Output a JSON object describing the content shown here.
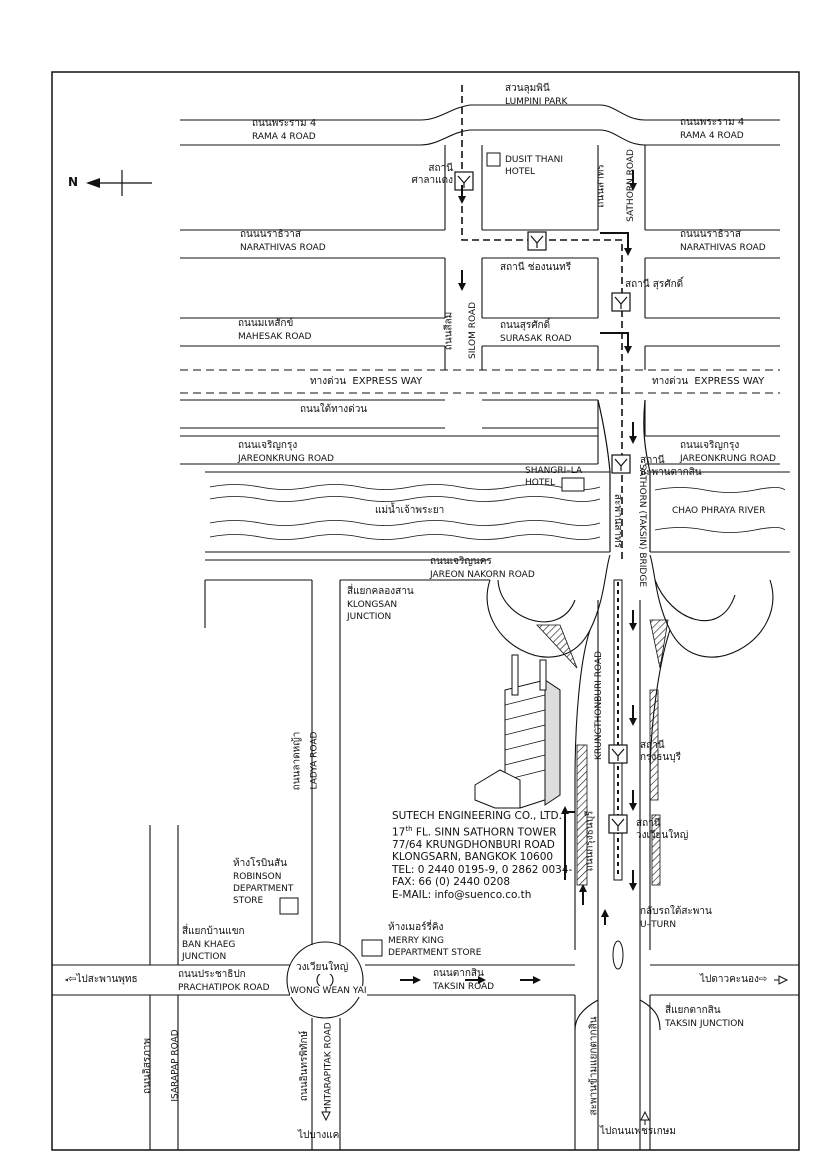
{
  "parks": {
    "lumpini_th": "สวนลุมพินี",
    "lumpini_en": "LUMPINI PARK"
  },
  "roads": {
    "rama4_th": "ถนนพระราม 4",
    "rama4_en": "RAMA 4 ROAD",
    "rama4_r_th": "ถนนพระราม 4",
    "rama4_r_en": "RAMA 4 ROAD",
    "narathivas_th": "ถนนนราธิวาส",
    "narathivas_en": "NARATHIVAS ROAD",
    "narathivas_r_th": "ถนนนราธิวาส",
    "narathivas_r_en": "NARATHIVAS ROAD",
    "mahesak_th": "ถนนมเหสักข์",
    "mahesak_en": "MAHESAK ROAD",
    "surasak_th": "ถนนสุรศักดิ์",
    "surasak_en": "SURASAK ROAD",
    "express_th": "ทางด่วน",
    "express_en": "EXPRESS WAY",
    "express_r_th": "ทางด่วน",
    "express_r_en": "EXPRESS WAY",
    "under_express_th": "ถนนใต้ทางด่วน",
    "jareonkrung_th": "ถนนเจริญกรุง",
    "jareonkrung_en": "JAREONKRUNG ROAD",
    "jareonkrung_r_th": "ถนนเจริญกรุง",
    "jareonkrung_r_en": "JAREONKRUNG ROAD",
    "river_th": "แม่น้ำเจ้าพระยา",
    "river_en": "CHAO PHRAYA RIVER",
    "jareonnakorn_th": "ถนนเจริญนคร",
    "jareonnakorn_en": "JAREON NAKORN ROAD",
    "klongsan_th": "สี่แยกคลองสาน",
    "klongsan_en1": "KLONGSAN",
    "klongsan_en2": "JUNCTION",
    "ladya_th": "ถนนลาดหญ้า",
    "ladya_en": "LADYA ROAD",
    "sathorn_th": "ถนนสาทร",
    "sathorn_en": "SATHORN ROAD",
    "silom_th": "ถนนสีลม",
    "silom_en": "SILOM ROAD",
    "bridge_th": "สะพานสาทร",
    "bridge_en": "SATHORN (TAKSIN) BRIDGE",
    "krungthonburi_th": "ถนนกรุงธนบุรี",
    "krungthonburi_en": "KRUNGTHONBURI ROAD",
    "bankhaeg_th": "สี่แยกบ้านแขก",
    "bankhaeg_en1": "BAN KHAEG",
    "bankhaeg_en2": "JUNCTION",
    "prachatipok_th": "ถนนประชาธิปก",
    "prachatipok_en": "PRACHATIPOK ROAD",
    "wongwean_th": "วงเวียนใหญ่",
    "wongwean_en": "WONG WEAN YAI",
    "taksin_th": "ถนนตากสิน",
    "taksin_en": "TAKSIN ROAD",
    "taksinjct_th": "สี่แยกตากสิน",
    "taksinjct_en": "TAKSIN JUNCTION",
    "isarapap_th": "ถนนอิสรภาพ",
    "isarapap_en": "ISARAPAP ROAD",
    "intarapitak_th": "ถนนอินทรพิทักษ์",
    "intarapitak_en": "INTARAPITAK ROAD",
    "to_phut_th": "ไปสะพานพุทธ",
    "to_dao_th": "ไปดาวคะนอง",
    "to_bangkae_th": "ไปบางแค",
    "to_phetkasem_th": "ไปถนนเพชรเกษม",
    "bridge_taksin_jct_th": "สะพานข้ามแยกตากสิน"
  },
  "stations": {
    "saladaeng": "สถานี\nศาลาแดง",
    "chongnonsi": "สถานี ช่องนนทรี",
    "surasak": "สถานี  สุรศักดิ์",
    "saphantaksin": "สถานี\nสะพานตากสิน",
    "krungthonburi": "สถานี\nกรุงธนบุรี",
    "wongwianyai": "สถานี\nวงเวียนใหญ่"
  },
  "places": {
    "dusit_1": "DUSIT THANI",
    "dusit_2": "HOTEL",
    "shangrila_1": "SHANGRI–LA",
    "shangrila_2": "HOTEL",
    "robinson_th": "ห้างโรบินสัน",
    "robinson_en1": "ROBINSON",
    "robinson_en2": "DEPARTMENT",
    "robinson_en3": "STORE",
    "merryking_th": "ห้างเมอร์รี่คิง",
    "merryking_en1": "MERRY KING",
    "merryking_en2": "DEPARTMENT STORE",
    "uturn_th": "กลับรถใต้สะพาน",
    "uturn_en": "U–TURN"
  },
  "compass": {
    "north": "N"
  },
  "company": {
    "name": "SUTECH ENGINEERING CO., LTD.",
    "floor_prefix": "17",
    "floor_sup": "th",
    "floor_rest": " FL. SINN SATHORN TOWER",
    "street": "77/64  KRUNGDHONBURI ROAD",
    "city": "KLONGSARN, BANGKOK 10600",
    "tel": "TEL: 0 2440 0195-9, 0 2862 0034-",
    "fax": "FAX: 66 (0) 2440 0208",
    "email": "E-MAIL: info@suenco.co.th"
  }
}
